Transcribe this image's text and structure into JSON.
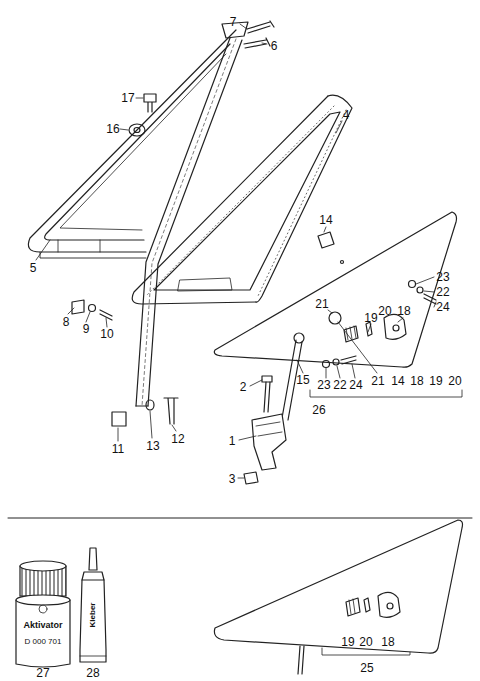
{
  "diagram": {
    "labels": [
      "7",
      "6",
      "17",
      "4",
      "16",
      "14",
      "5",
      "23",
      "22",
      "24",
      "21",
      "19",
      "20",
      "18",
      "8",
      "9",
      "10",
      "2",
      "15",
      "23",
      "22",
      "24",
      "21",
      "14",
      "18",
      "19",
      "20",
      "26",
      "1",
      "11",
      "13",
      "12",
      "3",
      "27",
      "28",
      "19",
      "20",
      "18",
      "25",
      "Aktivator",
      "D 000 701",
      "Kleber"
    ]
  }
}
